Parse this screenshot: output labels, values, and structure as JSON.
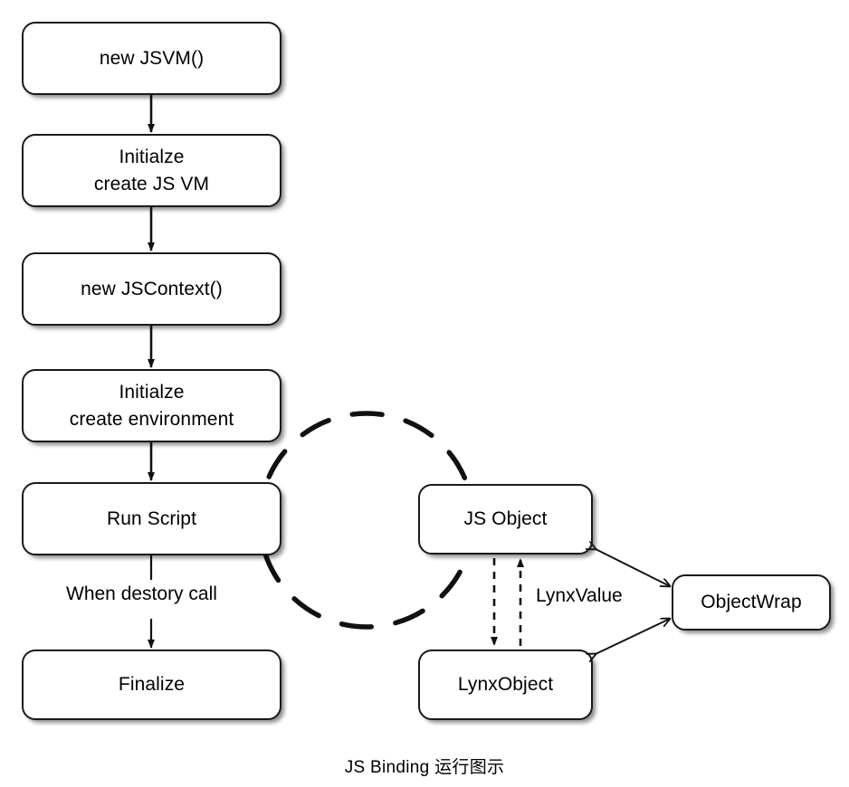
{
  "diagram": {
    "caption": "JS Binding 运行图示",
    "flow_nodes": [
      {
        "id": "jsvm",
        "label": "new JSVM()"
      },
      {
        "id": "init-vm",
        "label": "Initialze\ncreate JS VM"
      },
      {
        "id": "jscontext",
        "label": "new JSContext()"
      },
      {
        "id": "init-env",
        "label": "Initialze\ncreate environment"
      },
      {
        "id": "run-script",
        "label": "Run Script"
      },
      {
        "id": "finalize",
        "label": "Finalize"
      }
    ],
    "binding_nodes": [
      {
        "id": "js-object",
        "label": "JS Object"
      },
      {
        "id": "lynx-object",
        "label": "LynxObject"
      },
      {
        "id": "object-wrap",
        "label": "ObjectWrap"
      }
    ],
    "edge_labels": {
      "destroy": "When destory call",
      "lynxvalue": "LynxValue"
    },
    "colors": {
      "stroke": "#1a1a1a",
      "fill": "#ffffff",
      "text": "#000000"
    }
  }
}
